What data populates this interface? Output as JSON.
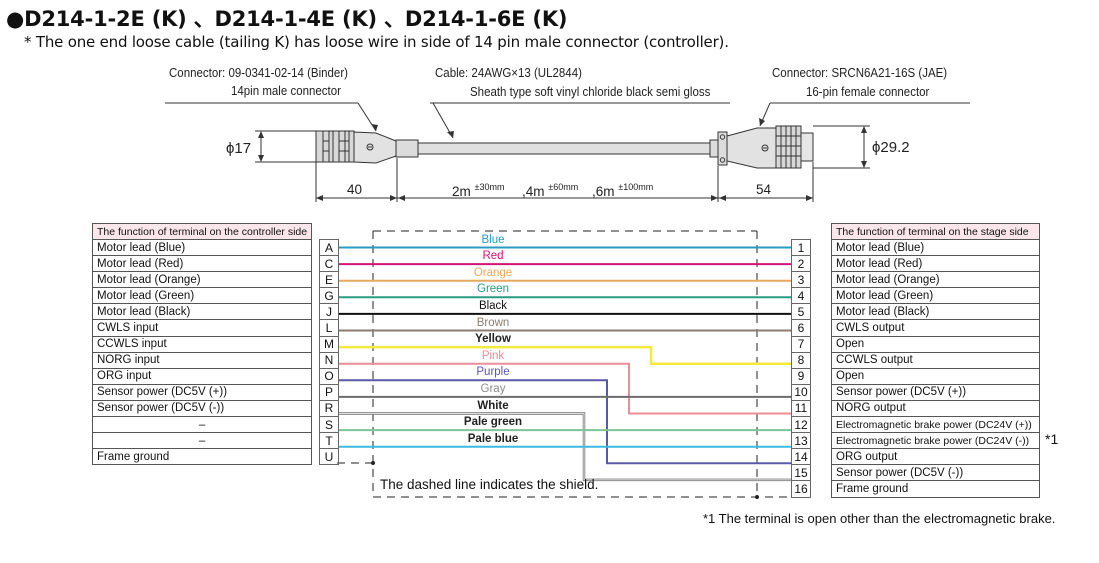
{
  "title": "●D214-1-2E (K) 、D214-1-4E (K) 、D214-1-6E (K)",
  "subtitle": "* The one end loose cable (tailing K) has loose wire in side of 14 pin male connector (controller).",
  "drawing": {
    "left_connector": {
      "line1": "Connector: 09-0341-02-14 (Binder)",
      "line2": "14pin male connector",
      "diameter": "ϕ17",
      "length": "40"
    },
    "cable": {
      "line1": "Cable: 24AWG×13 (UL2844)",
      "line2": "Sheath type soft vinyl chloride black semi gloss",
      "lengths": [
        {
          "value": "2m",
          "tol": "±30mm"
        },
        {
          "value": ",4m",
          "tol": "±60mm"
        },
        {
          "value": ",6m",
          "tol": "±100mm"
        }
      ]
    },
    "right_connector": {
      "line1": "Connector: SRCN6A21-16S (JAE)",
      "line2": "16-pin female connector",
      "diameter": "ϕ29.2",
      "length": "54"
    }
  },
  "controller_table": {
    "header": "The function of terminal on the controller side",
    "rows": [
      {
        "function": "Motor lead (Blue)",
        "pin": "A"
      },
      {
        "function": "Motor lead (Red)",
        "pin": "C"
      },
      {
        "function": "Motor lead (Orange)",
        "pin": "E"
      },
      {
        "function": "Motor lead (Green)",
        "pin": "G"
      },
      {
        "function": "Motor lead (Black)",
        "pin": "J"
      },
      {
        "function": "CWLS input",
        "pin": "L"
      },
      {
        "function": "CCWLS input",
        "pin": "M"
      },
      {
        "function": "NORG input",
        "pin": "N"
      },
      {
        "function": "ORG input",
        "pin": "O"
      },
      {
        "function": "Sensor power (DC5V (+))",
        "pin": "P"
      },
      {
        "function": "Sensor power (DC5V (-))",
        "pin": "R"
      },
      {
        "function": "–",
        "pin": "S"
      },
      {
        "function": "–",
        "pin": "T"
      },
      {
        "function": "Frame ground",
        "pin": "U"
      }
    ]
  },
  "stage_table": {
    "header": "The function of terminal on the stage side",
    "rows": [
      {
        "pin": "1",
        "function": "Motor lead (Blue)"
      },
      {
        "pin": "2",
        "function": "Motor lead (Red)"
      },
      {
        "pin": "3",
        "function": "Motor lead (Orange)"
      },
      {
        "pin": "4",
        "function": "Motor lead (Green)"
      },
      {
        "pin": "5",
        "function": "Motor lead (Black)"
      },
      {
        "pin": "6",
        "function": "CWLS output"
      },
      {
        "pin": "7",
        "function": "Open"
      },
      {
        "pin": "8",
        "function": "CCWLS output"
      },
      {
        "pin": "9",
        "function": "Open"
      },
      {
        "pin": "10",
        "function": "Sensor power (DC5V (+))"
      },
      {
        "pin": "11",
        "function": "NORG output"
      },
      {
        "pin": "12",
        "function": "Electromagnetic brake power (DC24V (+))"
      },
      {
        "pin": "13",
        "function": "Electromagnetic brake power (DC24V (-))"
      },
      {
        "pin": "14",
        "function": "ORG output"
      },
      {
        "pin": "15",
        "function": "Sensor power (DC5V (-))"
      },
      {
        "pin": "16",
        "function": "Frame ground"
      }
    ],
    "brake_mark": "*1"
  },
  "wires": [
    {
      "label": "Blue",
      "color": "#2a9ac0",
      "label_color": "#2a9ac0",
      "from": "A",
      "to": "1"
    },
    {
      "label": "Red",
      "color": "#d4127a",
      "label_color": "#d4127a",
      "from": "C",
      "to": "2"
    },
    {
      "label": "Orange",
      "color": "#e8a860",
      "label_color": "#e8a860",
      "from": "E",
      "to": "3"
    },
    {
      "label": "Green",
      "color": "#2a9a82",
      "label_color": "#2a9a82",
      "from": "G",
      "to": "4"
    },
    {
      "label": "Black",
      "color": "#111111",
      "label_color": "#111111",
      "from": "J",
      "to": "5"
    },
    {
      "label": "Brown",
      "color": "#8a7c70",
      "label_color": "#8a7c70",
      "from": "L",
      "to": "6"
    },
    {
      "label": "Yellow",
      "color": "#f4ea3c",
      "label_color": "#222222",
      "from": "M",
      "to": "8"
    },
    {
      "label": "Pink",
      "color": "#ec8e96",
      "label_color": "#ec8e96",
      "from": "N",
      "to": "11"
    },
    {
      "label": "Purple",
      "color": "#5a58a8",
      "label_color": "#5a58a8",
      "from": "O",
      "to": "14"
    },
    {
      "label": "Gray",
      "color": "#6c6c6c",
      "label_color": "#8a8a8a",
      "from": "P",
      "to": "10"
    },
    {
      "label": "White",
      "color": "#777777",
      "label_color": "#222222",
      "from": "R",
      "to": "15"
    },
    {
      "label": "Pale green",
      "color": "#7cc49a",
      "label_color": "#222222",
      "from": "S",
      "to": "12"
    },
    {
      "label": "Pale blue",
      "color": "#3cbce0",
      "label_color": "#222222",
      "from": "T",
      "to": "13"
    }
  ],
  "shield_note": "The dashed line indicates the shield.",
  "footnote": "*1 The terminal is open other than the electromagnetic brake."
}
